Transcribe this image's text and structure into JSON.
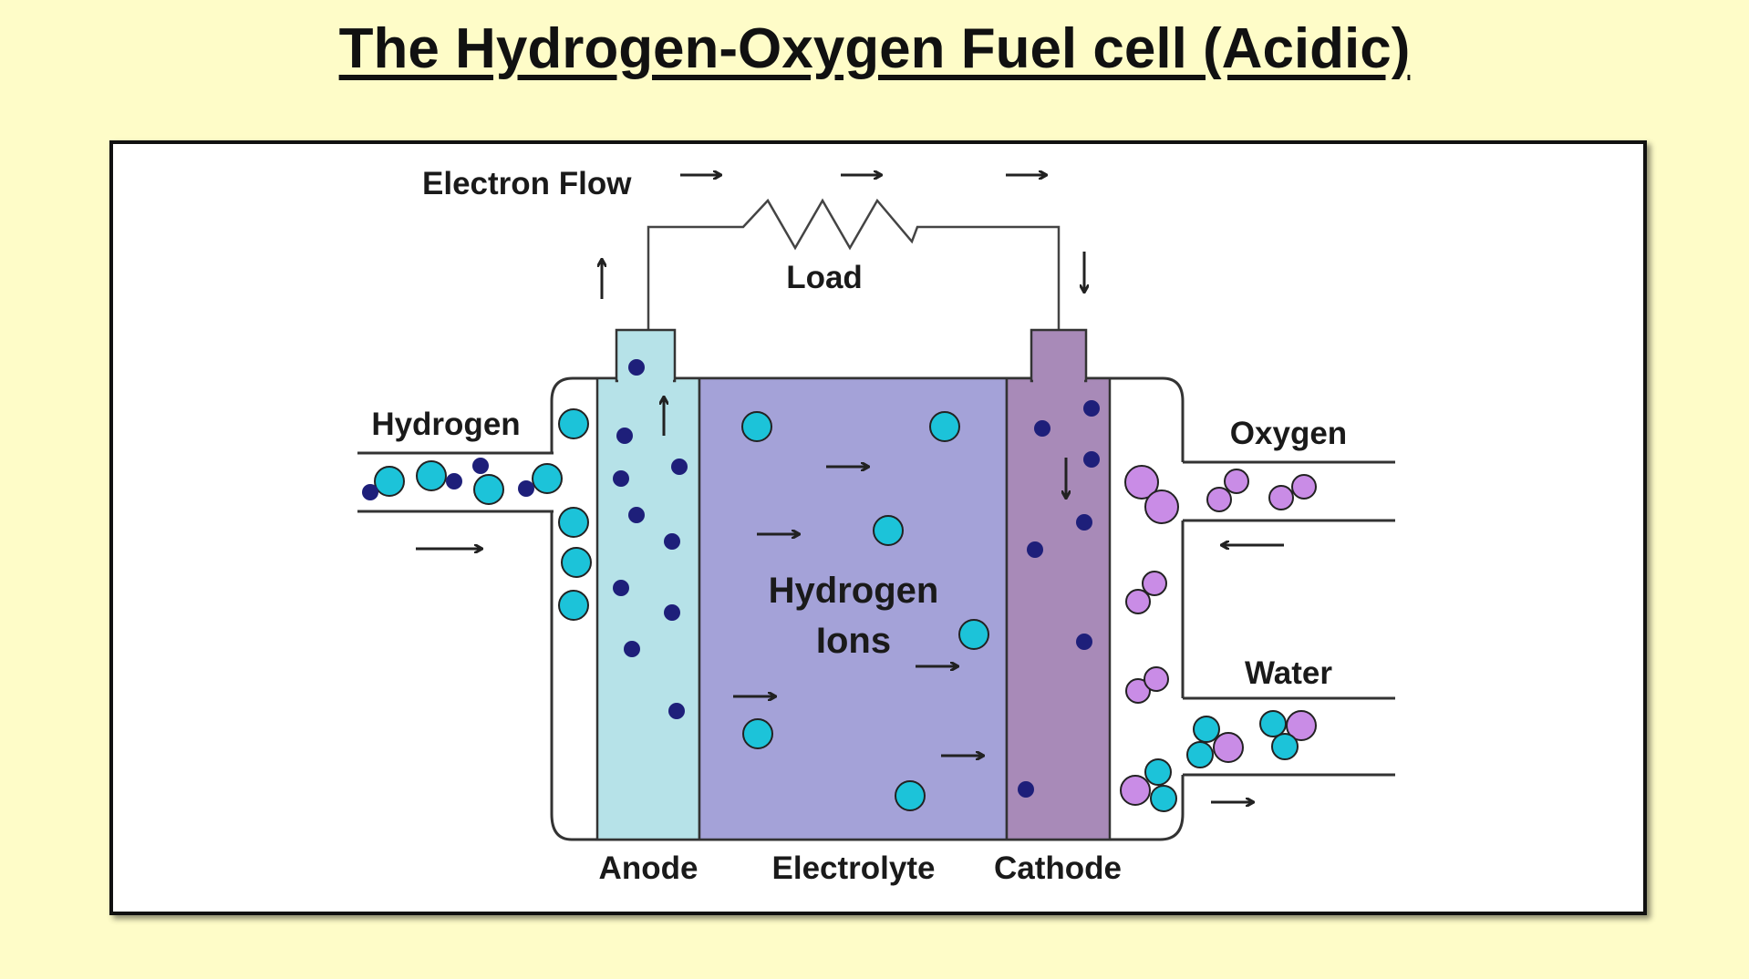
{
  "title": "The Hydrogen-Oxygen Fuel cell (Acidic)",
  "labels": {
    "electron_flow": "Electron Flow",
    "load": "Load",
    "hydrogen": "Hydrogen",
    "oxygen": "Oxygen",
    "water": "Water",
    "hydrogen_ions_line1": "Hydrogen",
    "hydrogen_ions_line2": "Ions",
    "anode": "Anode",
    "electrolyte": "Electrolyte",
    "cathode": "Cathode"
  },
  "colors": {
    "background": "#fefcc8",
    "anode": "#b6e2e8",
    "electrolyte": "#a4a2d8",
    "cathode": "#a88ab8",
    "hydrogen_atom": "#1cc3d9",
    "electron": "#1e1f7a",
    "oxygen_atom": "#c98ce6"
  }
}
